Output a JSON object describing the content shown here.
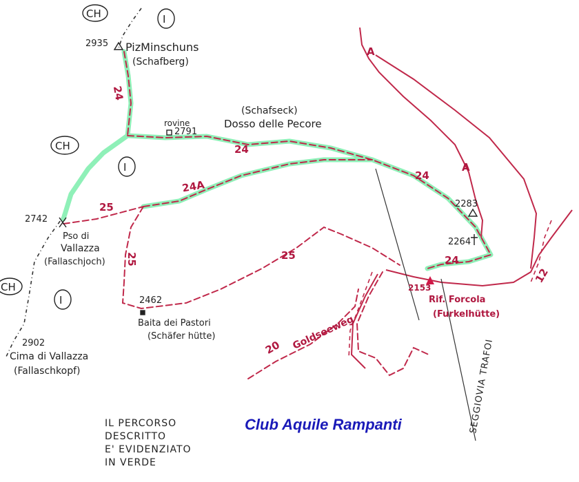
{
  "map": {
    "credit": "Club Aquile Rampanti",
    "note_lines": [
      "IL PERCORSO",
      "DESCRITTO",
      "E' EVIDENZIATO",
      "IN VERDE"
    ],
    "country_labels": {
      "ch": "CH",
      "it": "I"
    },
    "peaks": {
      "piz_minschuns": {
        "elevation": "2935",
        "name": "PizMinschuns",
        "alt_name": "(Schafberg)"
      },
      "rovine": {
        "label": "rovine",
        "elevation": "2791"
      },
      "dosso": {
        "alt_name": "(Schafseck)",
        "name": "Dosso delle Pecore"
      },
      "passo": {
        "elevation": "2742",
        "name1": "Pso di",
        "name2": "Vallazza",
        "alt_name": "(Fallaschjoch)"
      },
      "cima": {
        "elevation": "2902",
        "name": "Cima di Vallazza",
        "alt_name": "(Fallaschkopf)"
      },
      "baita": {
        "elevation": "2462",
        "name": "Baita dei Pastori",
        "alt_name": "(Schäfer hütte)"
      },
      "rifugio": {
        "elevation": "2153",
        "name": "Rif. Forcola",
        "alt_name": "(Furkelhütte)"
      },
      "p2283": {
        "elevation": "2283"
      },
      "p2264": {
        "elevation": "2264"
      }
    },
    "trails": {
      "t24": "24",
      "t24a": "24A",
      "t25": "25",
      "t20": "20",
      "goldseeweg": "Goldseeweg",
      "road_a": "A",
      "road_12": "12"
    },
    "lift": "SEGGIOVIA TRAFOI",
    "colors": {
      "highlight": "#8ff0b8",
      "trail": "#c0284a",
      "road": "#c0284a",
      "text": "#222222",
      "credit": "#1a1ab8"
    }
  }
}
